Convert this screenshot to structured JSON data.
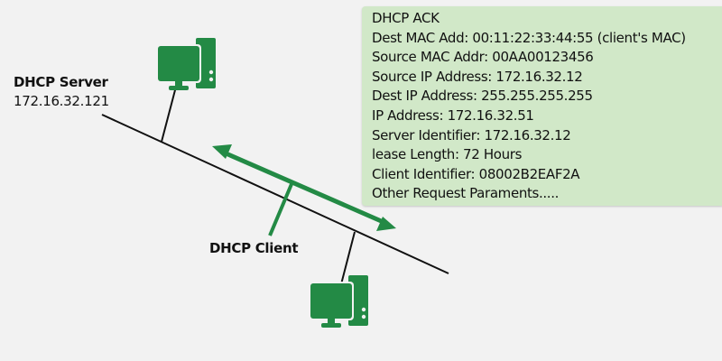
{
  "server": {
    "title": "DHCP Server",
    "ip": "172.16.32.121",
    "icon": "computer-icon"
  },
  "client": {
    "title": "DHCP Client",
    "icon": "computer-icon"
  },
  "message": {
    "lines": [
      "DHCP ACK",
      "Dest MAC Add: 00:11:22:33:44:55 (client's MAC)",
      "Source MAC Addr: 00AA00123456",
      "Source IP Address: 172.16.32.12",
      "Dest IP Address: 255.255.255.255",
      "IP Address: 172.16.32.51",
      "Server Identifier: 172.16.32.12",
      "lease Length: 72 Hours",
      "Client Identifier: 08002B2EAF2A",
      "Other Request Paraments....."
    ]
  },
  "colors": {
    "accent": "#238a45",
    "box_bg": "#d1e8c8",
    "line": "#111111",
    "background": "#f2f2f2"
  }
}
